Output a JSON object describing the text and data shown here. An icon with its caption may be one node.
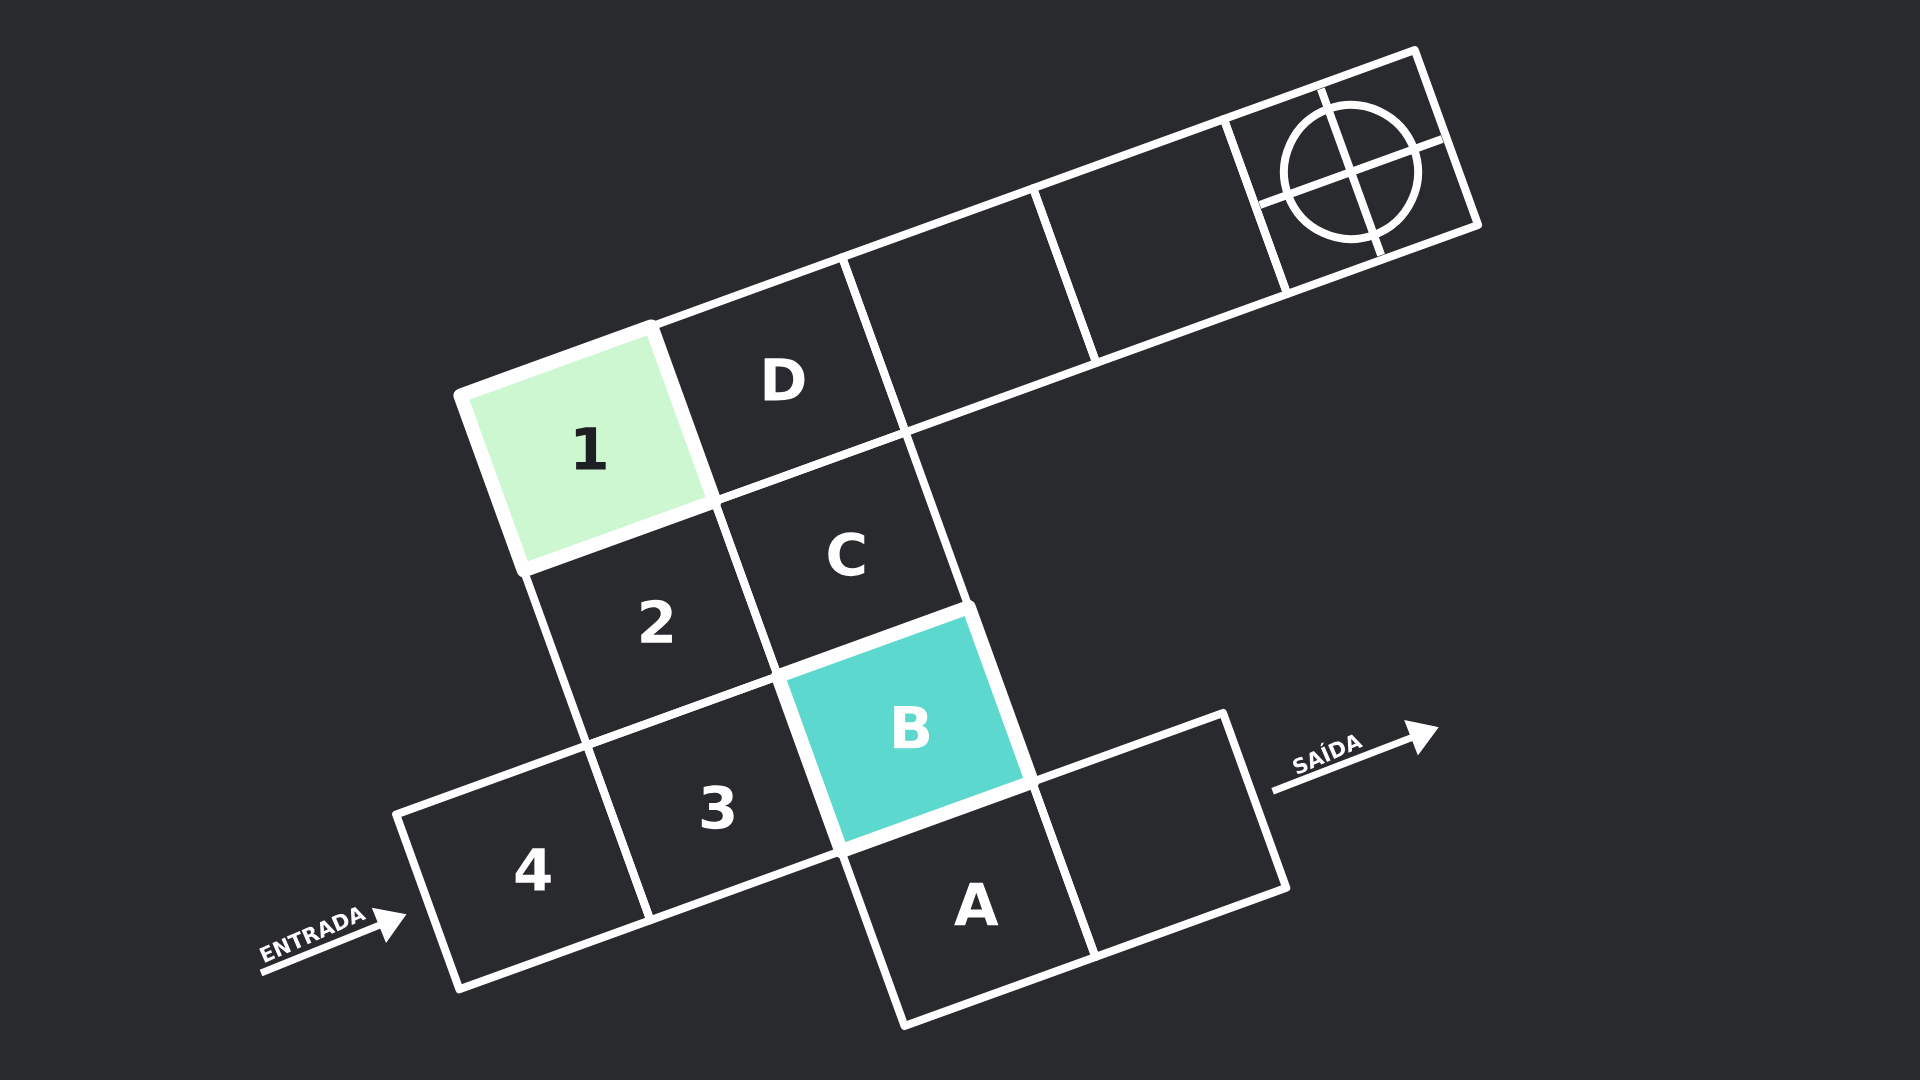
{
  "diagram": {
    "nodes": [
      {
        "text": [
          "1"
        ]
      },
      {
        "text": [
          "D"
        ]
      },
      {
        "text": [],
        "shape": "box"
      },
      {
        "text": [],
        "shape": "box"
      },
      {
        "text": [],
        "shape": "box"
      },
      {
        "text": [
          "2"
        ]
      },
      {
        "text": [
          "C"
        ]
      },
      {
        "text": [
          "4"
        ]
      },
      {
        "text": [
          "3"
        ]
      },
      {
        "text": [
          "B"
        ]
      },
      {
        "text": [
          "A"
        ]
      },
      {
        "text": [],
        "shape": "box"
      }
    ],
    "edges": [
      {
        "from": null,
        "to": 7,
        "arrow": "to",
        "label": "ENTRADA"
      },
      {
        "from": 11,
        "to": null,
        "arrow": "to",
        "label": "SAÍDA"
      }
    ]
  }
}
